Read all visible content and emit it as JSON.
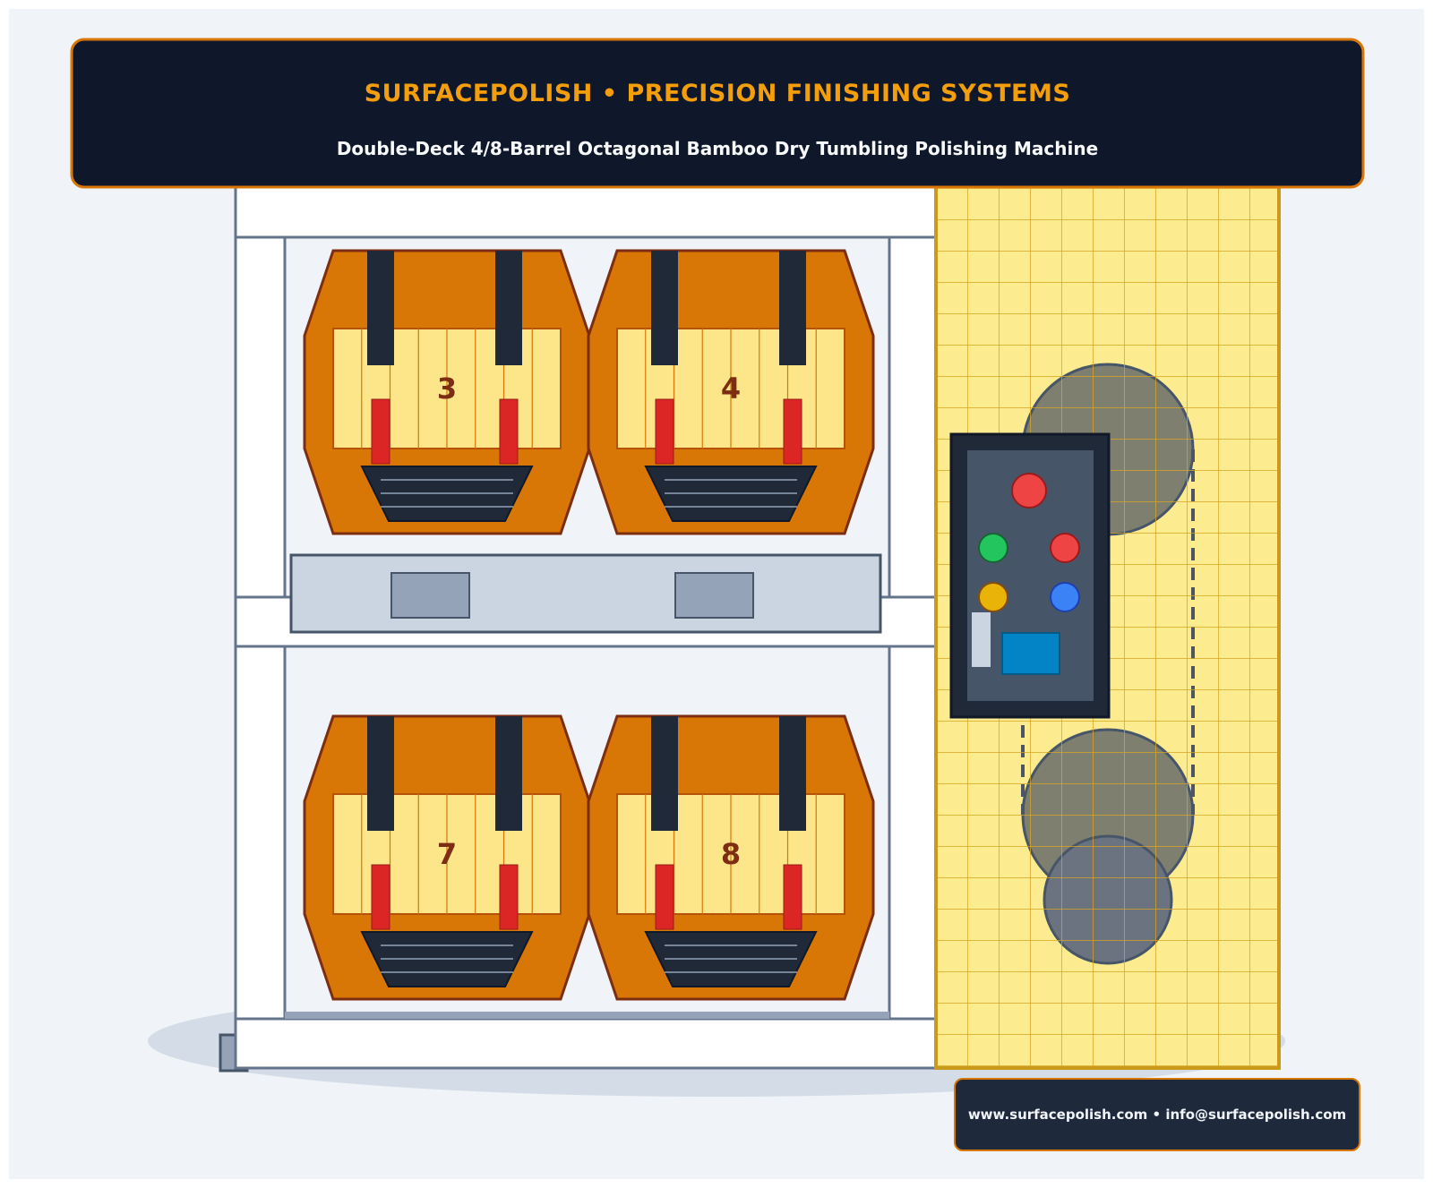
{
  "header": {
    "brand": "SURFACEPOLISH • PRECISION FINISHING SYSTEMS",
    "subtitle": "Double-Deck 4/8-Barrel Octagonal Bamboo Dry Tumbling Polishing Machine"
  },
  "barrels": {
    "upper_left": "3",
    "upper_right": "4",
    "lower_left": "7",
    "lower_right": "8"
  },
  "footer": {
    "contact": "www.surfacepolish.com • info@surfacepolish.com"
  },
  "colors": {
    "page_bg": "#f0f4f8",
    "header_bg": "#0f172a",
    "accent_orange": "#d97706",
    "brand_text": "#f59e0b",
    "barrel_body": "#d97706",
    "barrel_outline": "#7c2d12",
    "bamboo": "#fde68a",
    "frame": "#64748b",
    "guard_mesh": "#fde68a",
    "guard_line": "#ca9a1a",
    "control_panel": "#1f2937",
    "button_red": "#ef4444",
    "button_green": "#22c55e",
    "button_yellow": "#eab308",
    "button_blue": "#3b82f6",
    "display_blue": "#0284c7"
  },
  "icons": {
    "emergency_stop": "emergency-stop-icon",
    "start": "start-button-icon",
    "stop": "stop-button-icon",
    "warning": "warning-light-icon",
    "mode": "mode-button-icon"
  }
}
